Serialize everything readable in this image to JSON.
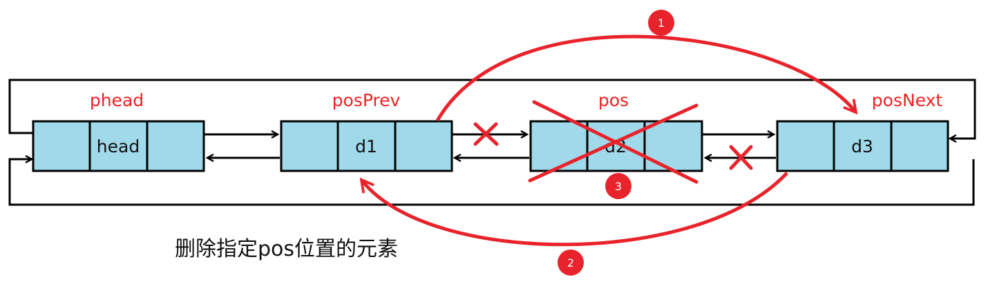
{
  "colors": {
    "cell_fill": "#9fd9ea",
    "line": "#000000",
    "annotation": "#e8232b",
    "node_label": "#ee2222"
  },
  "nodes": [
    {
      "label": "phead",
      "value": "head"
    },
    {
      "label": "posPrev",
      "value": "d1"
    },
    {
      "label": "pos",
      "value": "d2"
    },
    {
      "label": "posNext",
      "value": "d3"
    }
  ],
  "steps": [
    "1",
    "2",
    "3"
  ],
  "caption": "删除指定pos位置的元素"
}
